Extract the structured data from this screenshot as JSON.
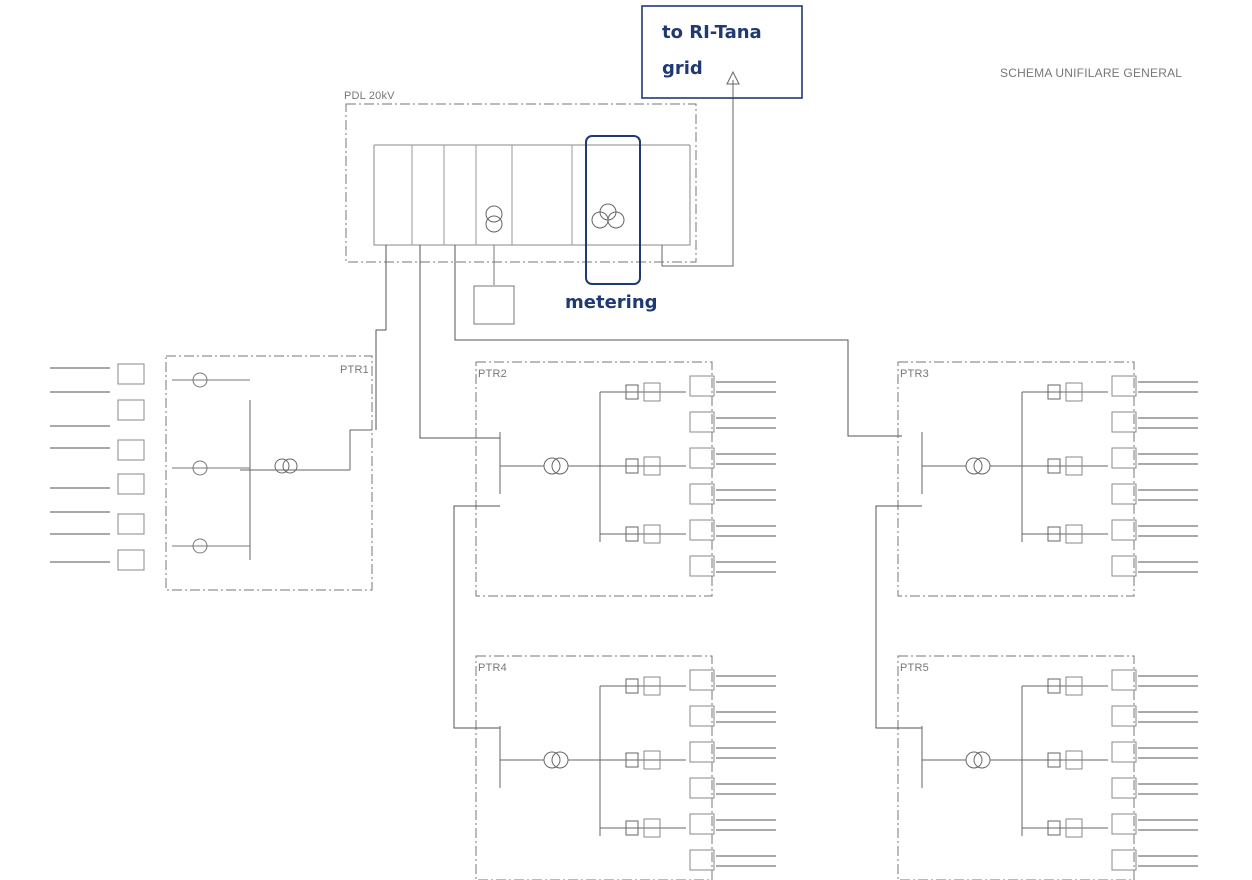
{
  "header": {
    "title": "SCHEMA UNIFILARE GENERAL"
  },
  "callouts": {
    "grid_line1": "to RI-Tana",
    "grid_line2": "grid",
    "metering": "metering"
  },
  "pdl": {
    "label": "PDL 20kV"
  },
  "stations": [
    {
      "name": "PTR1"
    },
    {
      "name": "PTR2"
    },
    {
      "name": "PTR3"
    },
    {
      "name": "PTR4"
    },
    {
      "name": "PTR5"
    }
  ],
  "colors": {
    "callout_text": "#1f3a73",
    "callout_box": "#1f3a73",
    "line_work": "#555555",
    "faded_line": "#8a8a8a"
  }
}
